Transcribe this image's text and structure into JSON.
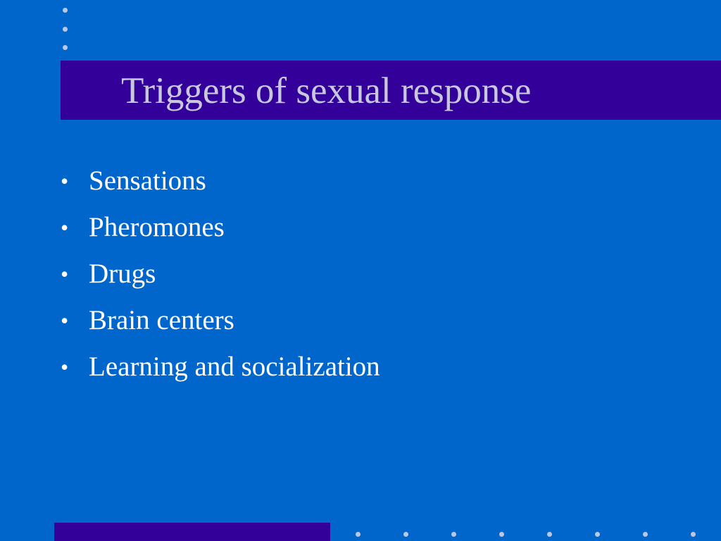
{
  "slide": {
    "title": "Triggers of sexual response",
    "bullets": [
      "Sensations",
      "Pheromones",
      "Drugs",
      "Brain centers",
      "Learning and socialization"
    ],
    "bullet_glyph": "•"
  },
  "colors": {
    "background": "#0066CC",
    "band": "#330099",
    "title_text": "#C8C8DC",
    "body_text": "#FFFFFF",
    "dots": "#BFC6E0"
  }
}
